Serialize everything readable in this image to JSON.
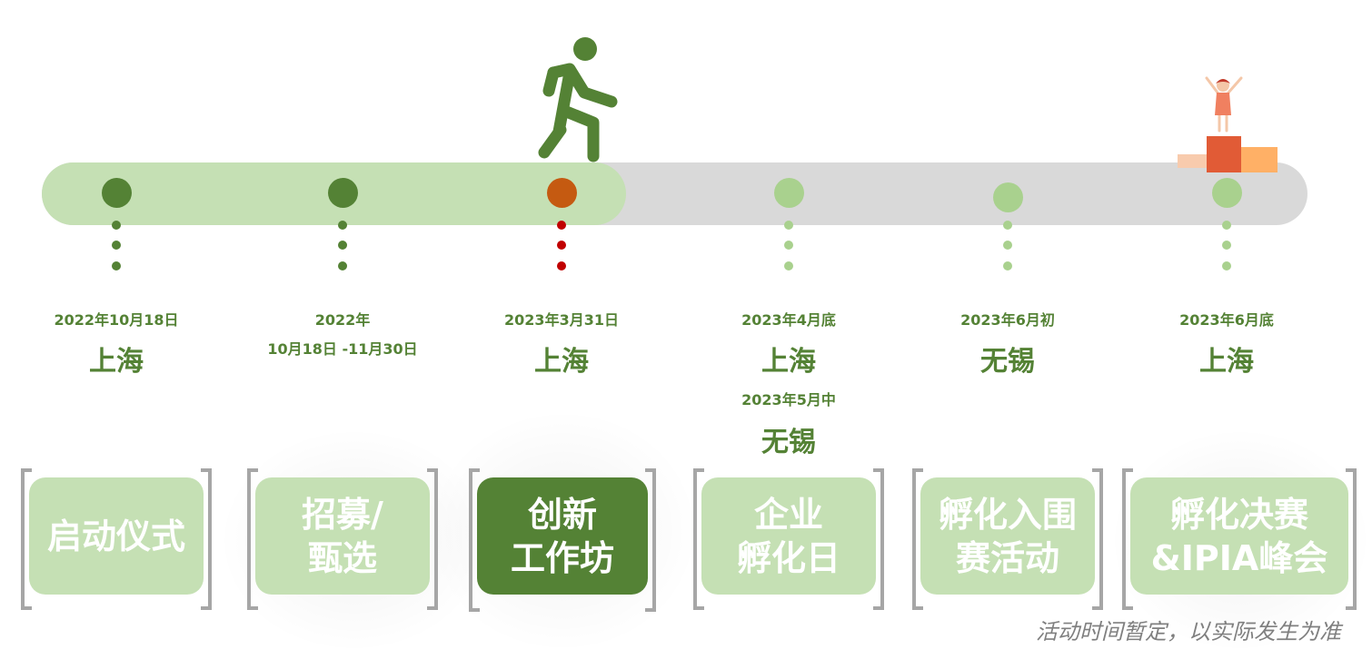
{
  "milestones": [
    {
      "date": "2022年10月18日",
      "city": "上海",
      "status": "done"
    },
    {
      "date": "2022年",
      "range": "10月18日 -11月30日",
      "status": "done"
    },
    {
      "date": "2023年3月31日",
      "city": "上海",
      "status": "current"
    },
    {
      "date": "2023年4月底",
      "city": "上海",
      "date2": "2023年5月中",
      "city2": "无锡",
      "status": "upcoming"
    },
    {
      "date": "2023年6月初",
      "city": "无锡",
      "status": "upcoming"
    },
    {
      "date": "2023年6月底",
      "city": "上海",
      "status": "upcoming"
    }
  ],
  "cards": [
    {
      "label": "启动仪式"
    },
    {
      "label": "招募/\n甄选"
    },
    {
      "label": "创新\n工作坊",
      "active": true
    },
    {
      "label": "企业\n孵化日"
    },
    {
      "label": "孵化入围\n赛活动"
    },
    {
      "label": "孵化决赛\n&IPIA峰会"
    }
  ],
  "note": "活动时间暂定，以实际发生为准",
  "colors": {
    "done": "#548235",
    "current": "#c55a11",
    "upcoming": "#a9d18e",
    "track_progress": "#c5e0b4",
    "track_rest": "#d9d9d9",
    "current_dots": "#c00000",
    "card": "#c5e0b4",
    "card_active": "#548235"
  },
  "icons": [
    "walking-person-icon",
    "podium-winner-icon"
  ]
}
